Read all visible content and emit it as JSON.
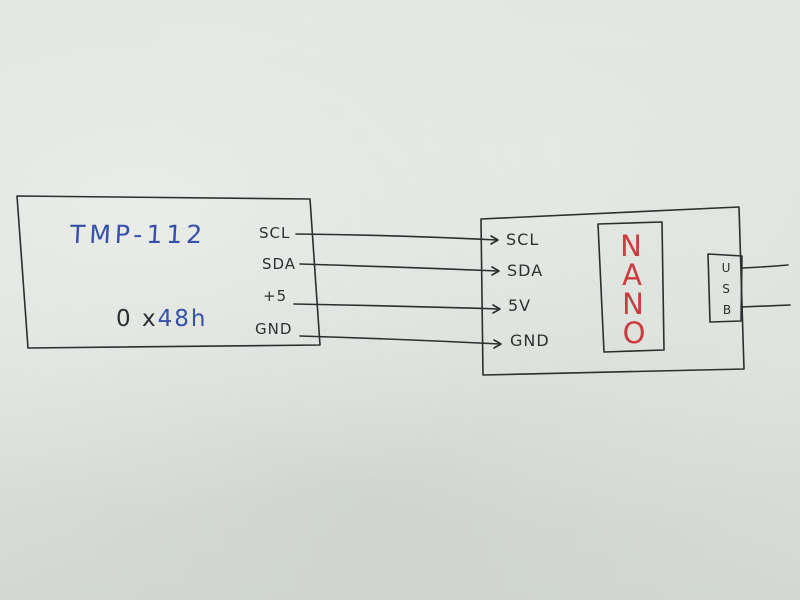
{
  "sensor": {
    "name": "TMP-112",
    "address_prefix": "0 x",
    "address_value": "48h",
    "pins": [
      "SCL",
      "SDA",
      "+5",
      "GND"
    ]
  },
  "board": {
    "pins": [
      "SCL",
      "SDA",
      "5V",
      "GND"
    ],
    "chip_letters": [
      "N",
      "A",
      "N",
      "O"
    ],
    "usb_letters": [
      "U",
      "S",
      "B"
    ]
  },
  "colors": {
    "ink": "#2c2e30",
    "blue_marker": "#3551a8",
    "red_marker": "#cc3b3f",
    "whiteboard": "#dfe3df"
  }
}
